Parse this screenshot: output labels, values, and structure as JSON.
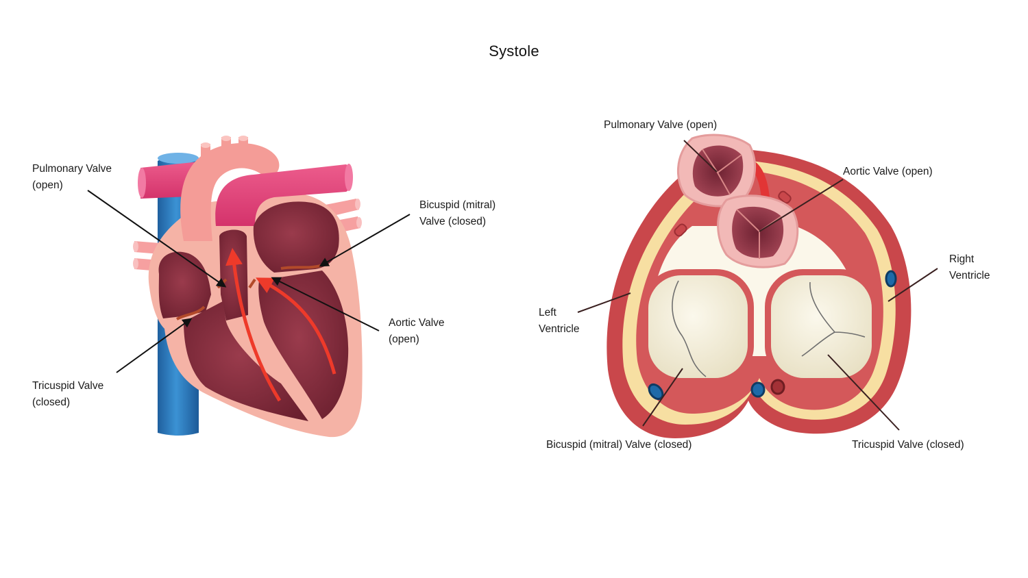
{
  "title": "Systole",
  "left_diagram": {
    "labels": {
      "pulmonary": [
        "Pulmonary Valve",
        "(open)"
      ],
      "bicuspid": [
        "Bicuspid (mitral)",
        "Valve (closed)"
      ],
      "aortic": [
        "Aortic Valve",
        "(open)"
      ],
      "tricuspid": [
        "Tricuspid Valve",
        "(closed)"
      ]
    }
  },
  "right_diagram": {
    "labels": {
      "pulmonary": "Pulmonary Valve (open)",
      "aortic": "Aortic Valve (open)",
      "right_ventricle": [
        "Right",
        "Ventricle"
      ],
      "left_ventricle": [
        "Left",
        "Ventricle"
      ],
      "bicuspid": "Bicuspid (mitral) Valve (closed)",
      "tricuspid": "Tricuspid Valve (closed)"
    }
  },
  "colors": {
    "vena_cava": "#2a7fc4",
    "aorta": "#e0457b",
    "pulmonary_artery": "#f4a0a0",
    "heart_wall": "#f5b3a6",
    "chamber": "#7e2a3a",
    "flow_arrow": "#ee3a2a",
    "valve_cusp": "#f0ead2",
    "muscle": "#c84b4b",
    "fat": "#f8e2a6"
  }
}
